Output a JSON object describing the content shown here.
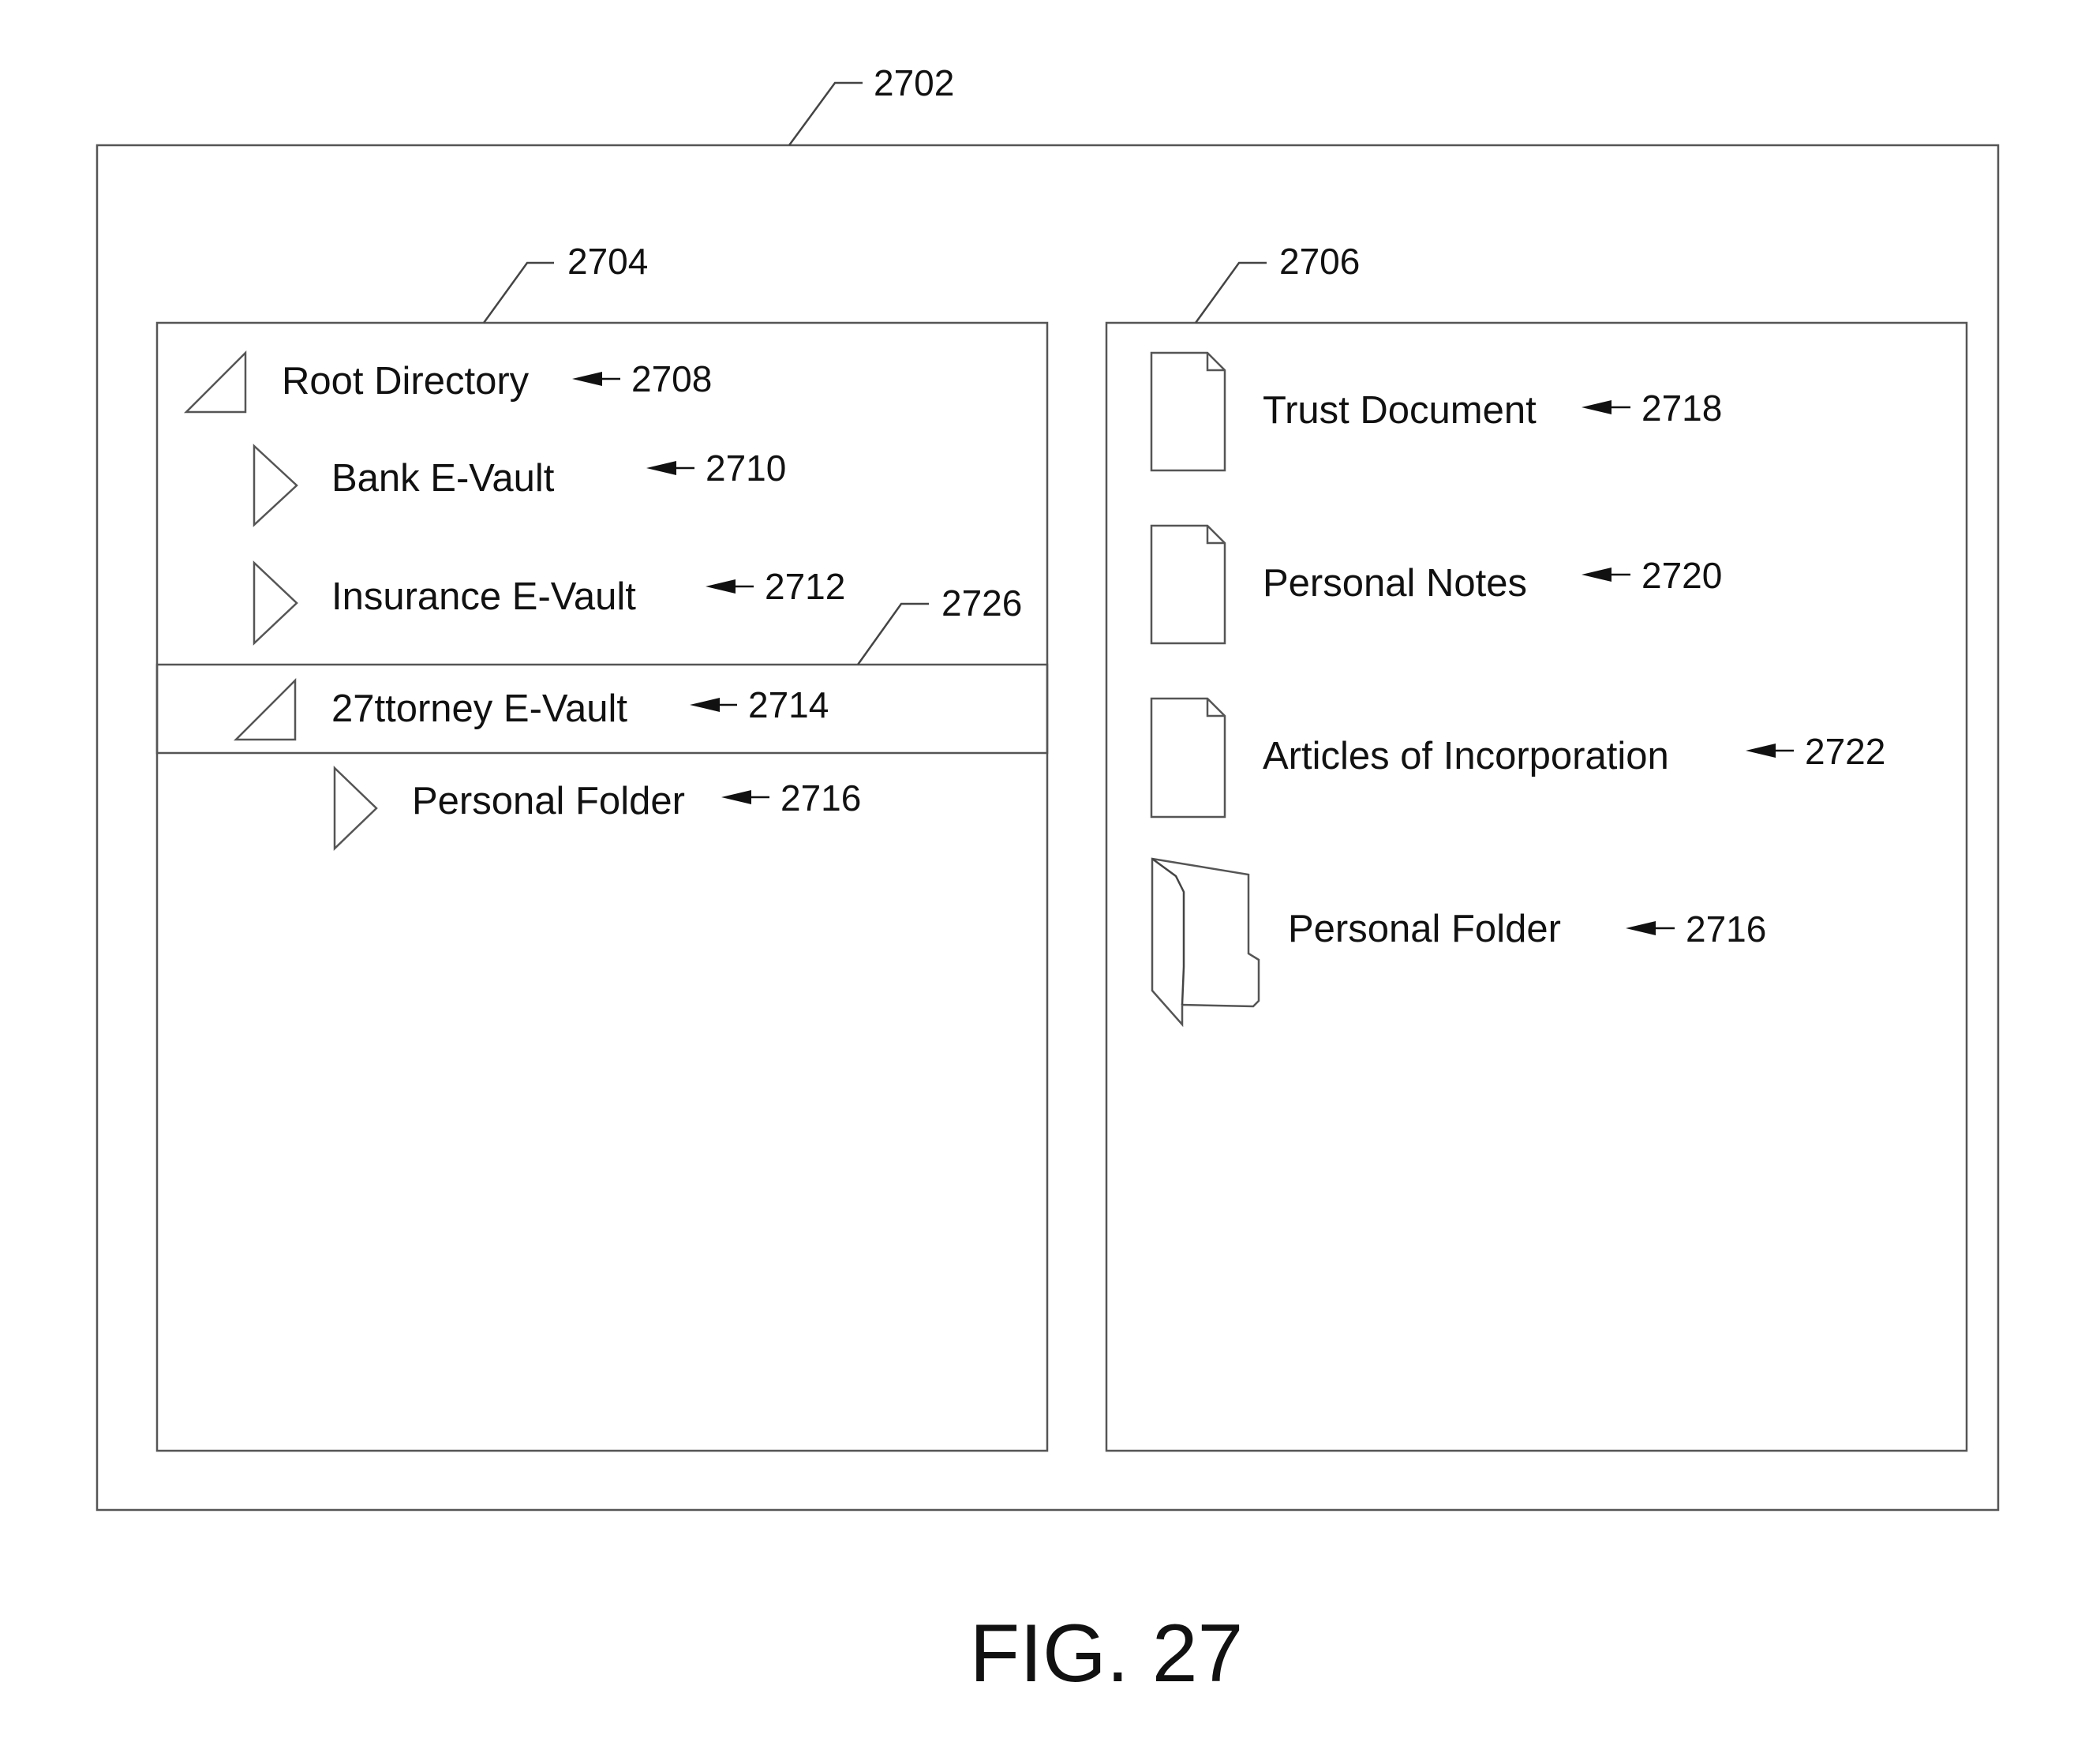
{
  "window": {
    "ref": "2702"
  },
  "tree_panel": {
    "ref": "2704",
    "selection_ref": "2726",
    "items": [
      {
        "label": "Root Directory",
        "ref": "2708",
        "icon": "expanded-triangle-icon"
      },
      {
        "label": "Bank E-Vault",
        "ref": "2710",
        "icon": "collapsed-triangle-icon"
      },
      {
        "label": "Insurance E-Vault",
        "ref": "2712",
        "icon": "collapsed-triangle-icon"
      },
      {
        "label": "27ttorney E-Vault",
        "ref": "2714",
        "icon": "expanded-triangle-icon",
        "selected": true
      },
      {
        "label": "Personal Folder",
        "ref": "2716",
        "icon": "collapsed-triangle-icon"
      }
    ]
  },
  "content_panel": {
    "ref": "2706",
    "items": [
      {
        "label": "Trust Document",
        "ref": "2718",
        "icon": "document-icon"
      },
      {
        "label": "Personal Notes",
        "ref": "2720",
        "icon": "document-icon"
      },
      {
        "label": "Articles of Incorporation",
        "ref": "2722",
        "icon": "document-icon"
      },
      {
        "label": "Personal Folder",
        "ref": "2716",
        "icon": "folder-icon"
      }
    ]
  },
  "caption": "FIG. 27"
}
